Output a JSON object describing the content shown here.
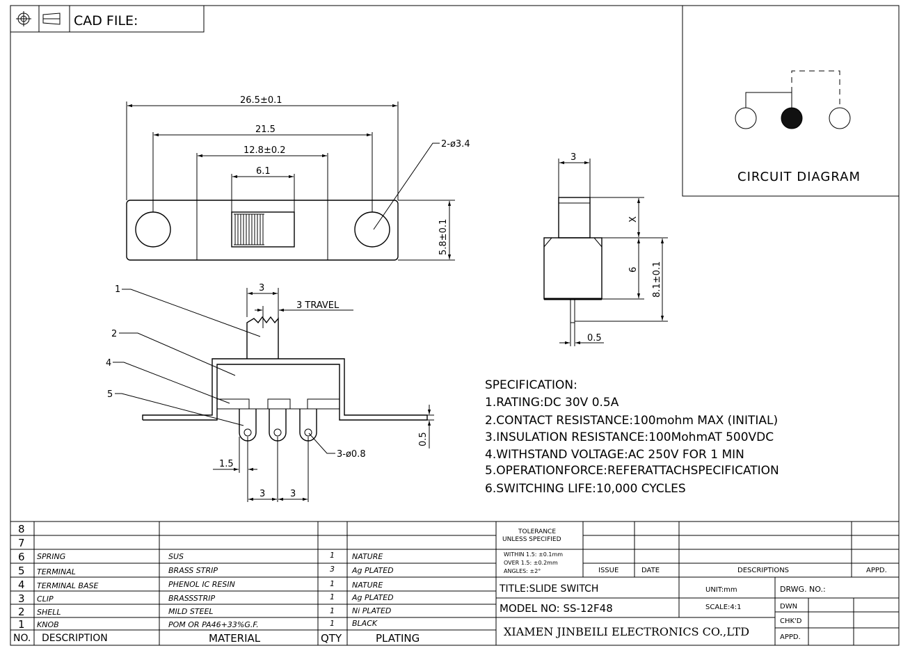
{
  "header": {
    "cad_file": "CAD FILE:"
  },
  "circuit": {
    "title": "CIRCUIT DIAGRAM"
  },
  "top_view": {
    "dim_overall": "26.5±0.1",
    "dim_holes": "21.5",
    "dim_slot": "12.8±0.2",
    "dim_knob": "6.1",
    "dim_height": "5.8±0.1",
    "hole_callout": "2-ø3.4"
  },
  "side_view": {
    "dim_knob_w": "3",
    "dim_x": "X",
    "dim_6": "6",
    "dim_total": "8.1±0.1",
    "dim_pin": "0.5"
  },
  "front_view": {
    "dim_knob_w": "3",
    "travel": "3 TRAVEL",
    "callouts": [
      "1",
      "2",
      "4",
      "5"
    ],
    "pin_callout": "3-ø0.8",
    "dim_offset": "1.5",
    "dim_pitch1": "3",
    "dim_pitch2": "3",
    "dim_thickness": "0.5"
  },
  "spec": {
    "title": "SPECIFICATION:",
    "lines": [
      "1.RATING:DC 30V 0.5A",
      "2.CONTACT RESISTANCE:100mohm MAX (INITIAL)",
      "3.INSULATION RESISTANCE:100MohmAT 500VDC",
      "4.WITHSTAND VOLTAGE:AC 250V FOR 1 MIN",
      "5.OPERATIONFORCE:REFERATTACHSPECIFICATION",
      "6.SWITCHING LIFE:10,000 CYCLES"
    ]
  },
  "bom": {
    "headers": {
      "no": "NO.",
      "description": "DESCRIPTION",
      "material": "MATERIAL",
      "qty": "QTY",
      "plating": "PLATING"
    },
    "rows": [
      {
        "no": "8",
        "description": "",
        "material": "",
        "qty": "",
        "plating": ""
      },
      {
        "no": "7",
        "description": "",
        "material": "",
        "qty": "",
        "plating": ""
      },
      {
        "no": "6",
        "description": "SPRING",
        "material": "SUS",
        "qty": "1",
        "plating": "NATURE"
      },
      {
        "no": "5",
        "description": "TERMINAL",
        "material": "BRASS STRIP",
        "qty": "3",
        "plating": "Ag PLATED"
      },
      {
        "no": "4",
        "description": "TERMINAL BASE",
        "material": "PHENOL IC RESIN",
        "qty": "1",
        "plating": "NATURE"
      },
      {
        "no": "3",
        "description": "CLIP",
        "material": "BRASSSTRIP",
        "qty": "1",
        "plating": "Ag PLATED"
      },
      {
        "no": "2",
        "description": "SHELL",
        "material": "MILD STEEL",
        "qty": "1",
        "plating": "Ni PLATED"
      },
      {
        "no": "1",
        "description": "KNOB",
        "material": "POM OR PA46+33%G.F.",
        "qty": "1",
        "plating": "BLACK"
      }
    ]
  },
  "title_block": {
    "tolerance_title": [
      "TOLERANCE",
      "UNLESS SPECIFIED"
    ],
    "tolerance_lines": [
      "WITHIN 1.5: ±0.1mm",
      "OVER 1.5: ±0.2mm",
      "ANGLES: ±2°"
    ],
    "issue": "ISSUE",
    "date": "DATE",
    "descriptions": "DESCRIPTIONS",
    "appd": "APPD.",
    "title": "TITLE:SLIDE SWITCH",
    "model": "MODEL NO: SS-12F48",
    "unit": "UNIT:mm",
    "scale": "SCALE:4:1",
    "drwg_no": "DRWG. NO.:",
    "dwn": "DWN",
    "chkd": "CHK'D",
    "appd2": "APPD.",
    "company": "XIAMEN JINBEILI ELECTRONICS CO.,LTD"
  }
}
